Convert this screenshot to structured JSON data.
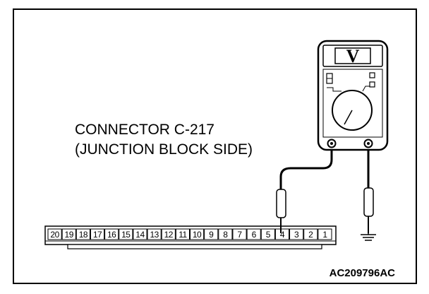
{
  "connector": {
    "line1": "CONNECTOR C-217",
    "line2": "(JUNCTION BLOCK SIDE)",
    "pins": [
      "20",
      "19",
      "18",
      "17",
      "16",
      "15",
      "14",
      "13",
      "12",
      "11",
      "10",
      "9",
      "8",
      "7",
      "6",
      "5",
      "4",
      "3",
      "2",
      "1"
    ],
    "probed_pin": "4"
  },
  "meter": {
    "symbol": "V"
  },
  "figure_code": "AC209796AC"
}
